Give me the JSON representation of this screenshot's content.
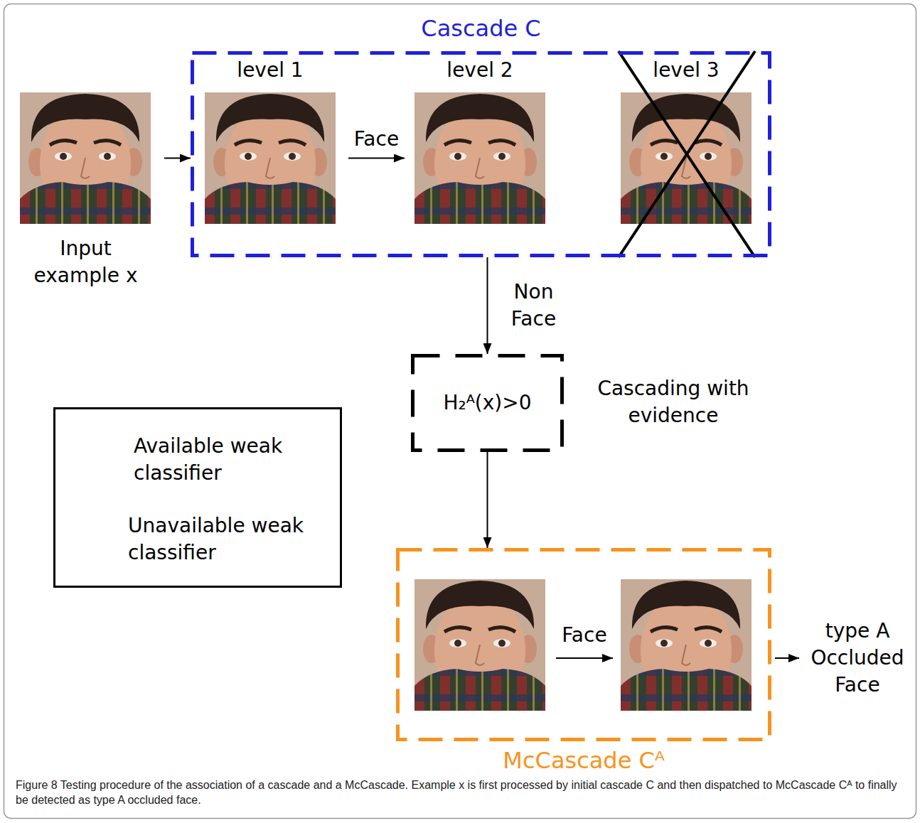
{
  "diagram": {
    "caption": "Figure 8 Testing procedure of the association of a cascade and a McCascade. Example x is first processed by initial cascade C and then dispatched to McCascade Cᴬ to finally be detected as type A occluded face.",
    "nodes": [
      {
        "text": [
          "Input example x"
        ]
      },
      {
        "text": [
          "Cascade C"
        ]
      },
      {
        "text": [
          "level 1"
        ],
        "in": 1
      },
      {
        "text": [
          "level 2"
        ],
        "in": 1
      },
      {
        "text": [
          "level 3"
        ],
        "in": 1
      },
      {
        "text": [
          "H₂ᴬ(x)>0"
        ]
      },
      {
        "text": [
          "McCascade Cᴬ"
        ]
      }
    ],
    "edges": [
      {
        "from": 0,
        "to": 1,
        "arrow": "to"
      },
      {
        "from": 2,
        "to": 3,
        "label": "Face",
        "arrow": "to"
      },
      {
        "from": 1,
        "to": 5,
        "label": "Non Face",
        "arrow": "to"
      },
      {
        "from": 5,
        "to": 6,
        "arrow": "to"
      }
    ],
    "labels": [
      "Cascading with evidence",
      "Face",
      "type A Occluded Face"
    ],
    "legend": [
      {
        "text": "Available weak classifier"
      },
      {
        "text": "Unavailable weak classifier"
      }
    ]
  }
}
